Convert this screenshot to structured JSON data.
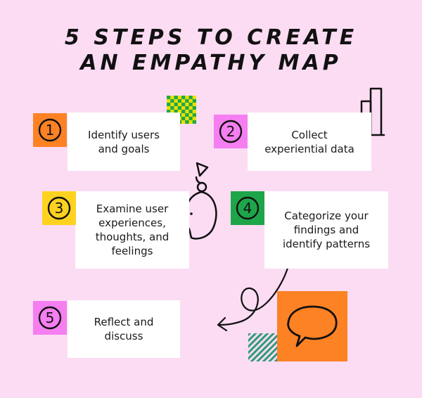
{
  "title": {
    "line1": "5 STEPS TO CREATE",
    "line2": "AN EMPATHY MAP"
  },
  "colors": {
    "background": "#fbdcf3",
    "orange": "#fd8224",
    "pink": "#f57ef0",
    "yellow": "#ffd21f",
    "green": "#1ea54a",
    "check_green": "#1fa84b",
    "check_yellow": "#ece000",
    "teal": "#2f9a78"
  },
  "steps": [
    {
      "number": "1",
      "text": "Identify users\nand goals",
      "badge_color": "#fd8224"
    },
    {
      "number": "2",
      "text": "Collect\nexperiential data",
      "badge_color": "#f57ef0"
    },
    {
      "number": "3",
      "text": "Examine user\nexperiences,\nthoughts, and\nfeelings",
      "badge_color": "#ffd21f"
    },
    {
      "number": "4",
      "text": "Categorize your\nfindings and\nidentify patterns",
      "badge_color": "#1ea54a"
    },
    {
      "number": "5",
      "text": "Reflect and\ndiscuss",
      "badge_color": "#f57ef0"
    }
  ],
  "decorations": {
    "checker": "checkered-square",
    "bar_chart": "bar-chart-doodle",
    "head": "stacked-head-doodle",
    "arrow": "curly-arrow-doodle",
    "speech": "speech-bubble-icon",
    "stripes": "striped-square"
  }
}
